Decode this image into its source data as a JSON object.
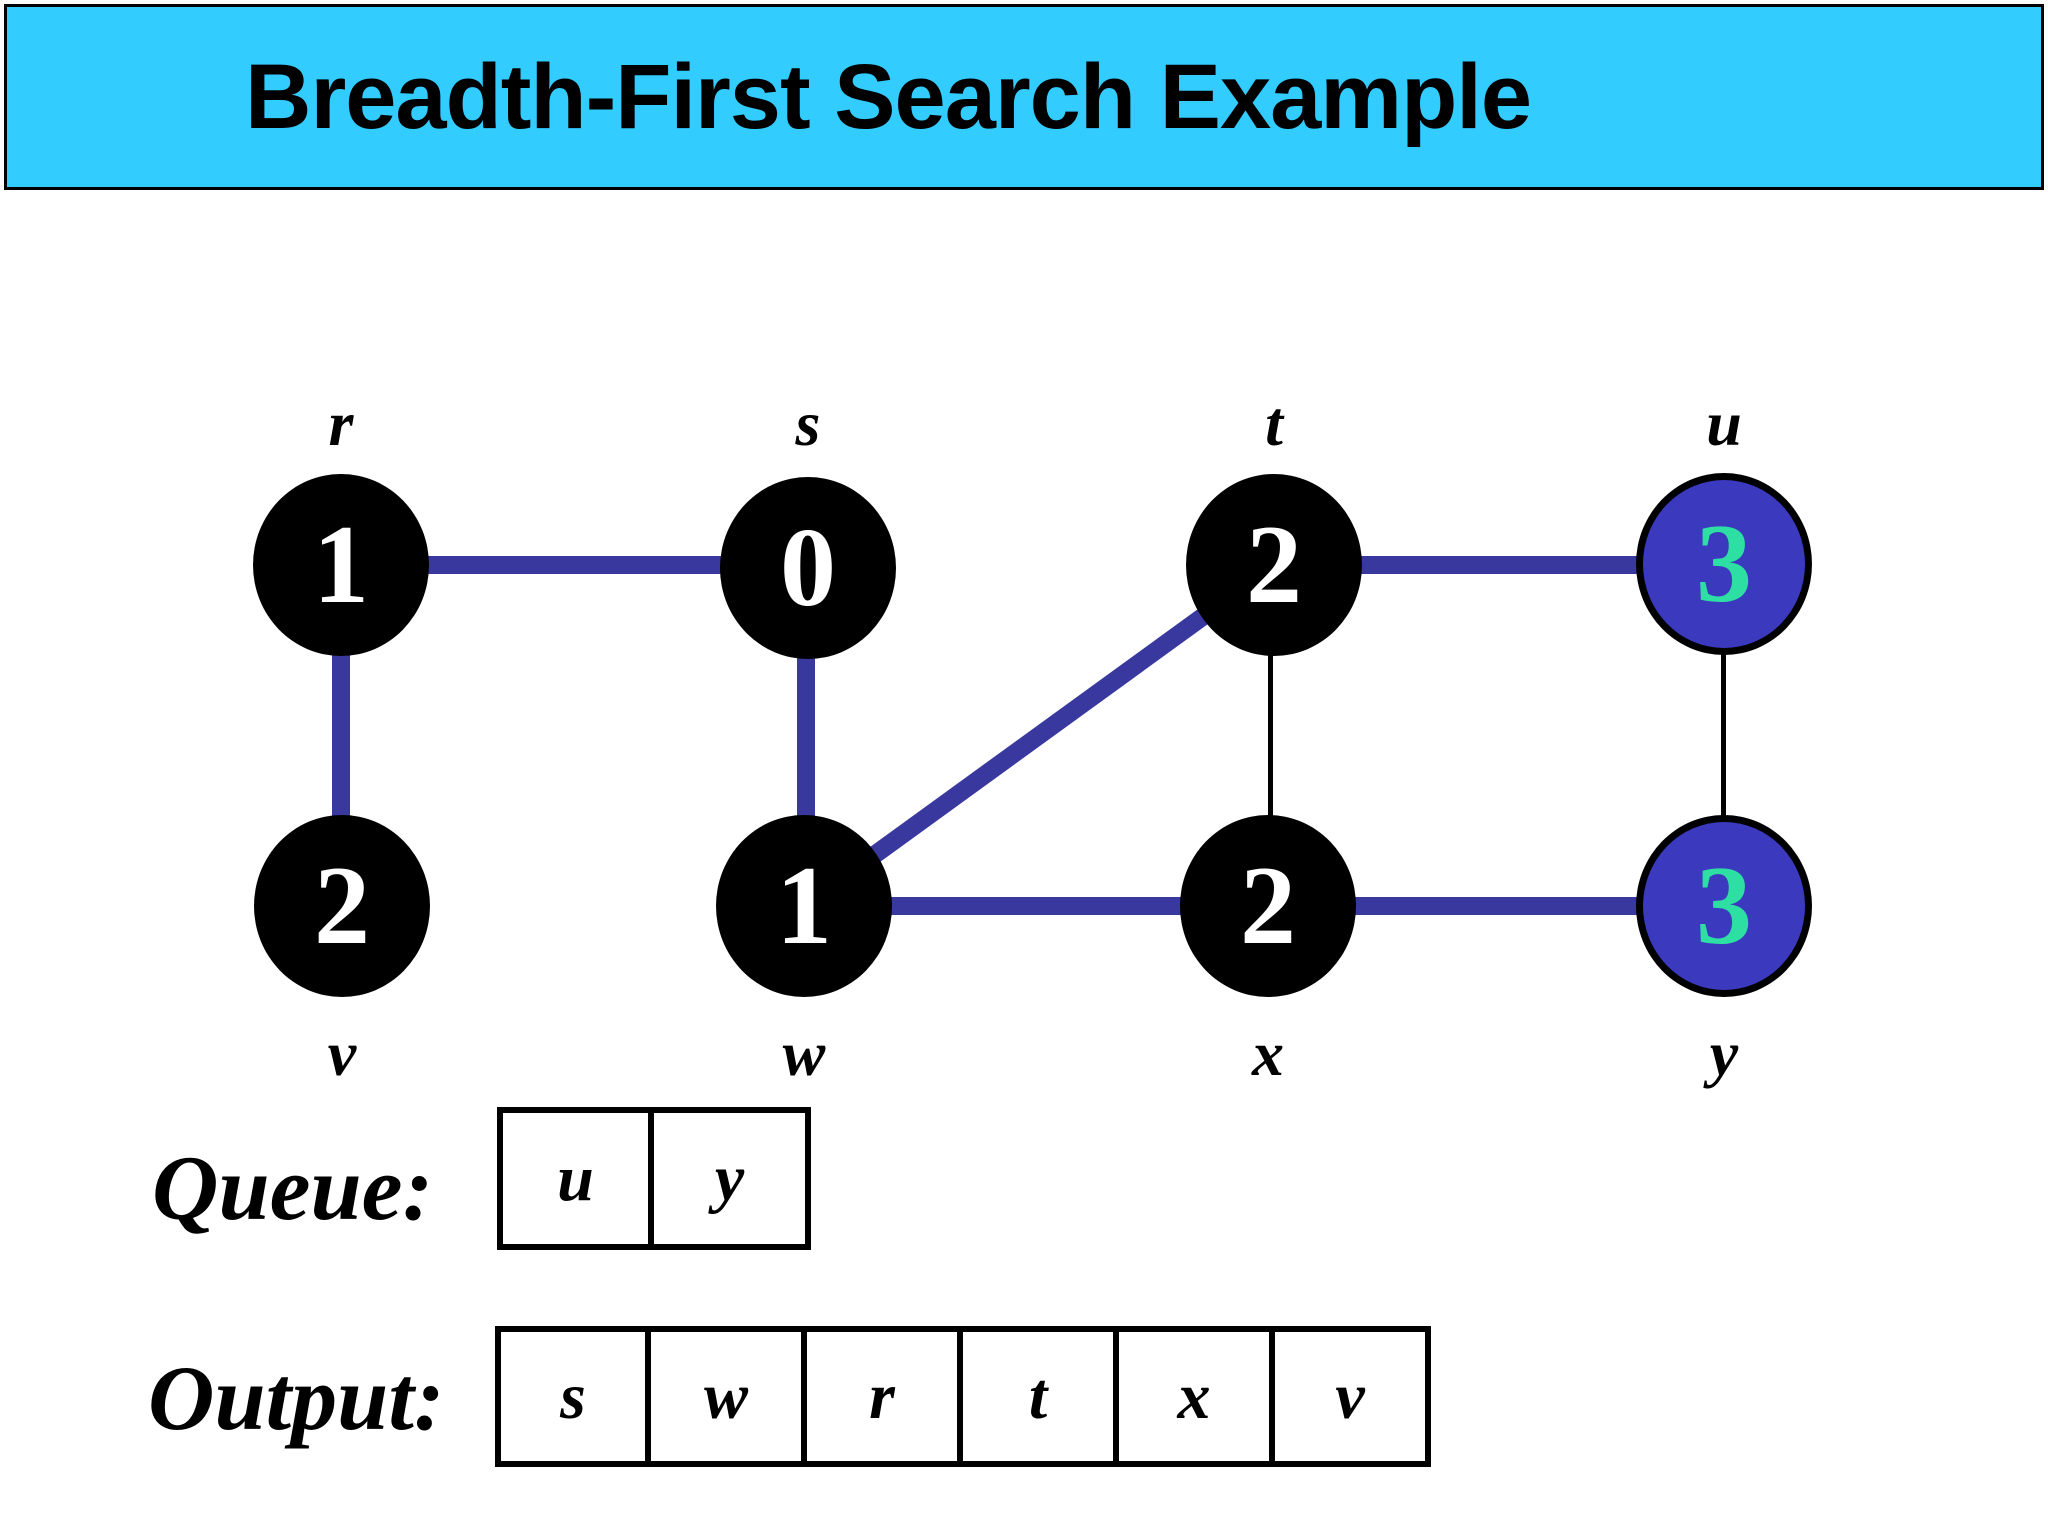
{
  "title": "Breadth-First Search Example",
  "colors": {
    "titlebar_bg": "#33CCFF",
    "background": "#FFFFFF",
    "node_visited_fill": "#000000",
    "node_visited_text": "#FFFFFF",
    "node_frontier_fill": "#3B3ABF",
    "node_frontier_text": "#2EDFA4",
    "tree_edge": "#38389E",
    "cross_edge": "#000000"
  },
  "graph": {
    "nodes": [
      {
        "id": "r",
        "distance": "1",
        "state": "visited"
      },
      {
        "id": "s",
        "distance": "0",
        "state": "visited"
      },
      {
        "id": "t",
        "distance": "2",
        "state": "visited"
      },
      {
        "id": "u",
        "distance": "3",
        "state": "frontier"
      },
      {
        "id": "v",
        "distance": "2",
        "state": "visited"
      },
      {
        "id": "w",
        "distance": "1",
        "state": "visited"
      },
      {
        "id": "x",
        "distance": "2",
        "state": "visited"
      },
      {
        "id": "y",
        "distance": "3",
        "state": "frontier"
      }
    ],
    "edges": [
      {
        "from": "r",
        "to": "s",
        "type": "tree"
      },
      {
        "from": "r",
        "to": "v",
        "type": "tree"
      },
      {
        "from": "s",
        "to": "w",
        "type": "tree"
      },
      {
        "from": "w",
        "to": "t",
        "type": "tree"
      },
      {
        "from": "t",
        "to": "u",
        "type": "tree"
      },
      {
        "from": "w",
        "to": "x",
        "type": "tree"
      },
      {
        "from": "x",
        "to": "y",
        "type": "tree"
      },
      {
        "from": "t",
        "to": "x",
        "type": "cross"
      },
      {
        "from": "u",
        "to": "y",
        "type": "cross"
      }
    ]
  },
  "queue": {
    "label": "Queue:",
    "items": [
      "u",
      "y"
    ]
  },
  "output": {
    "label": "Output:",
    "items": [
      "s",
      "w",
      "r",
      "t",
      "x",
      "v"
    ]
  }
}
